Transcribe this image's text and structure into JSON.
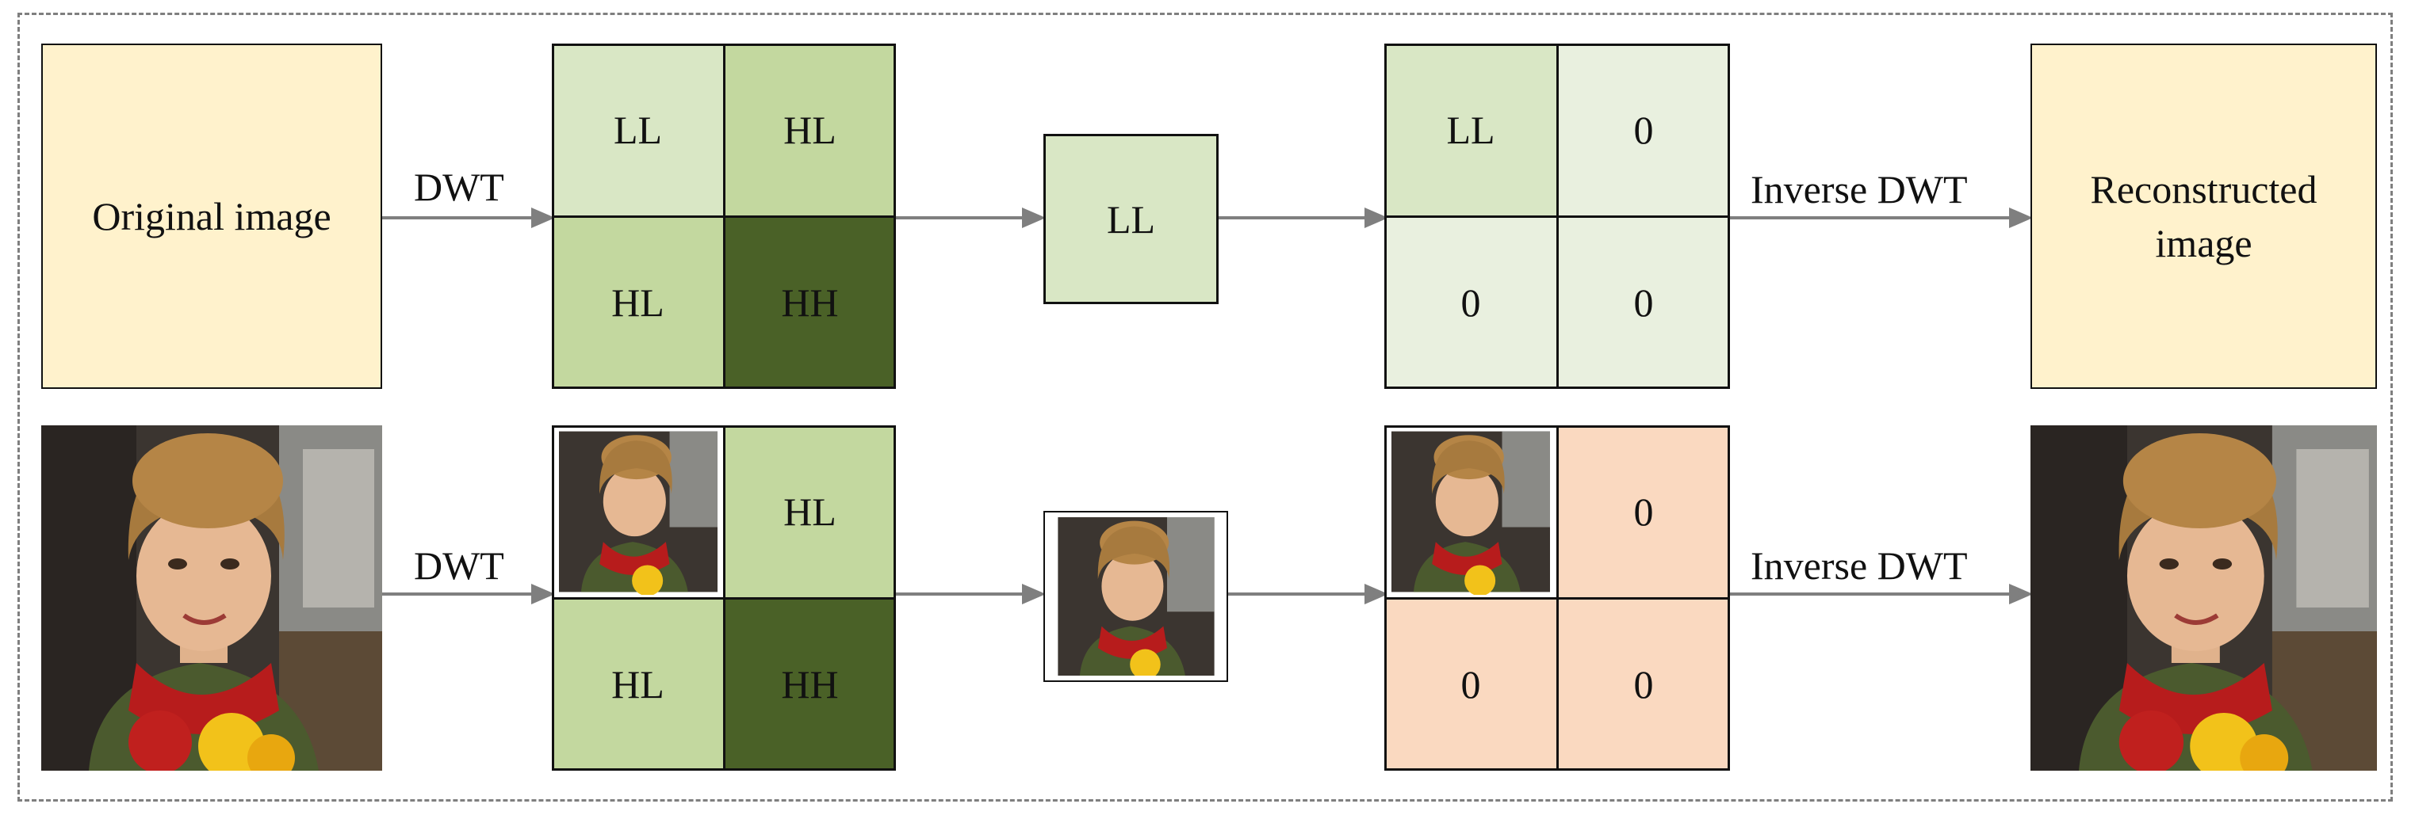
{
  "top_row": {
    "original_label": "Original image",
    "dwt_label": "DWT",
    "grid1": {
      "tl": "LL",
      "tr": "HL",
      "bl": "HL",
      "br": "HH"
    },
    "ll_label": "LL",
    "grid2": {
      "tl": "LL",
      "tr": "0",
      "bl": "0",
      "br": "0"
    },
    "inverse_label": "Inverse DWT",
    "reconstructed_label": "Reconstructed image"
  },
  "bottom_row": {
    "dwt_label": "DWT",
    "grid1": {
      "tr": "HL",
      "bl": "HL",
      "br": "HH"
    },
    "grid2": {
      "tr": "0",
      "bl": "0",
      "br": "0"
    },
    "inverse_label": "Inverse DWT"
  },
  "colors": {
    "cream": "#fff2cc",
    "green_light": "#d9e7c5",
    "green_mid": "#c3d89f",
    "green_dark": "#4a6127",
    "green_pale": "#e9f0df",
    "peach": "#fad9c0",
    "arrow": "#7f7f7f"
  }
}
